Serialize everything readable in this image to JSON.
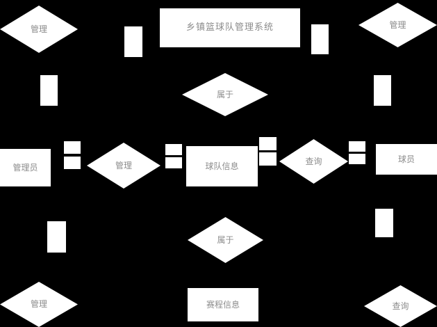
{
  "diagram": {
    "type": "er-diagram",
    "background_color": "#000000",
    "shape_fill_color": "#ffffff",
    "label_color": "#8c8c8c",
    "nodes": {
      "system": {
        "type": "rectangle",
        "label": "乡镇篮球队管理系统"
      },
      "manage_top_left": {
        "type": "diamond",
        "label": "管理"
      },
      "manage_top_right": {
        "type": "diamond",
        "label": "管理"
      },
      "belongs_upper": {
        "type": "diamond",
        "label": "属于"
      },
      "admin": {
        "type": "rectangle",
        "label": "管理员"
      },
      "manage_mid": {
        "type": "diamond",
        "label": "管理"
      },
      "team_info": {
        "type": "rectangle",
        "label": "球队信息"
      },
      "query_mid": {
        "type": "diamond",
        "label": "查询"
      },
      "player": {
        "type": "rectangle",
        "label": "球员"
      },
      "belongs_lower": {
        "type": "diamond",
        "label": "属于"
      },
      "manage_bottom_left": {
        "type": "diamond",
        "label": "管理"
      },
      "schedule_info": {
        "type": "rectangle",
        "label": "赛程信息"
      },
      "query_bottom_right": {
        "type": "diamond",
        "label": "查询"
      }
    }
  }
}
